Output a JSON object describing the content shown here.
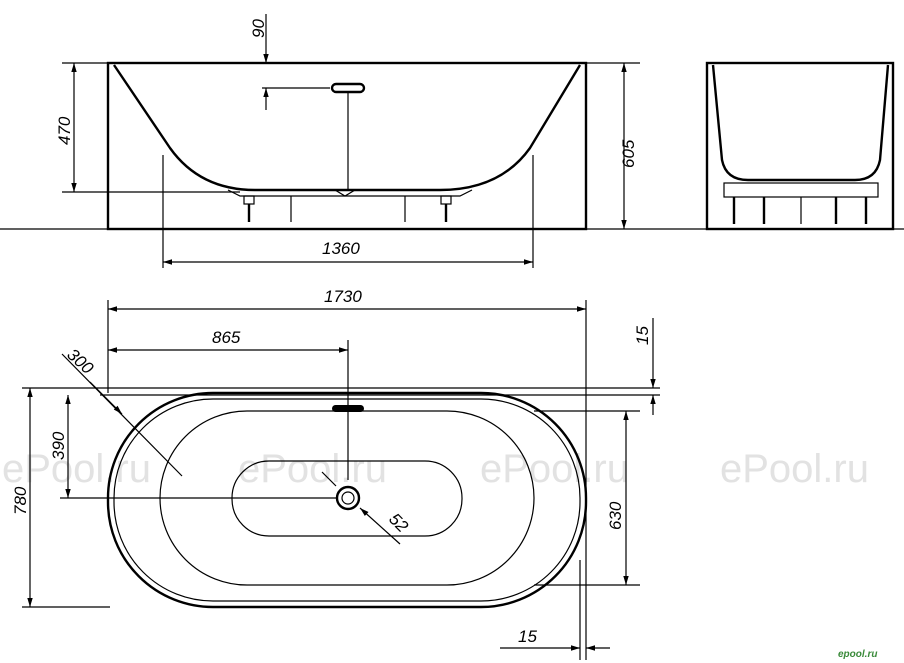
{
  "watermark": "ePool.ru",
  "logo": "epool.ru",
  "dimensions": {
    "top_90": "90",
    "side_470": "470",
    "side_605": "605",
    "bottom_1360": "1360",
    "length_1730": "1730",
    "half_865": "865",
    "radius_300": "300",
    "depth_390": "390",
    "width_780": "780",
    "inner_630": "630",
    "rim_15_top": "15",
    "drain_52": "52",
    "rim_15_bottom": "15"
  }
}
